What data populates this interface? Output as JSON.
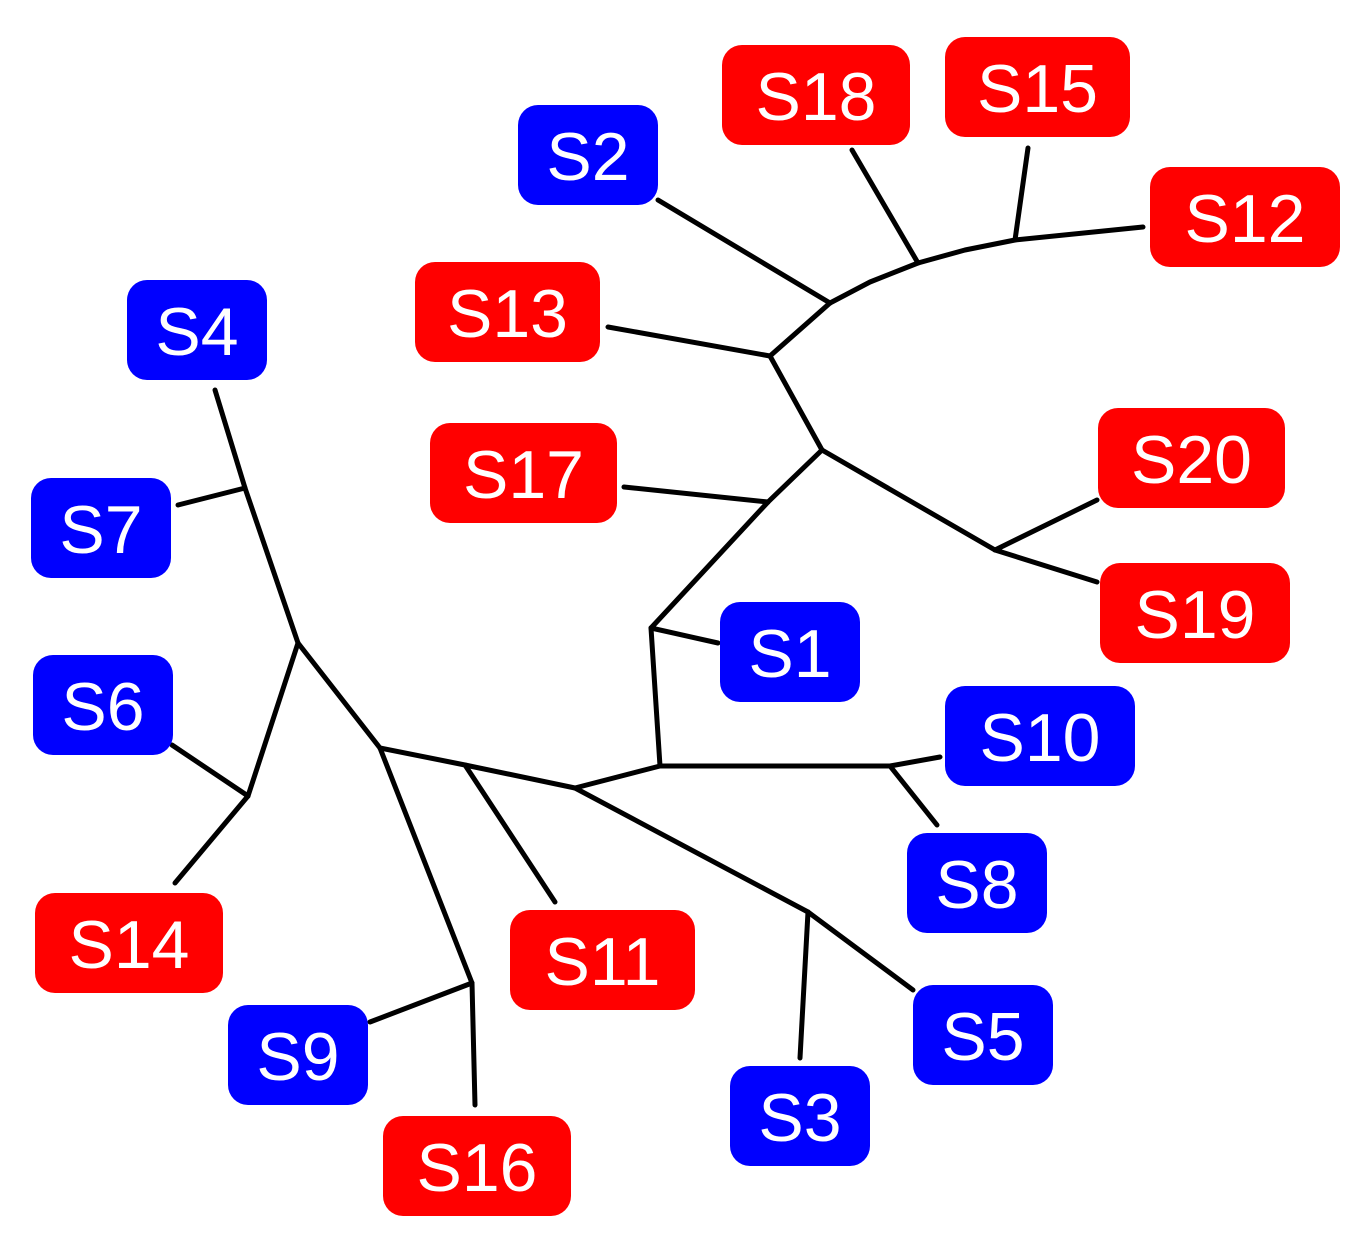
{
  "colors": {
    "blue": "#0000ff",
    "red": "#ff0000",
    "branch": "#000000",
    "label_text": "#ffffff"
  },
  "leaves": [
    {
      "id": "S1",
      "color": "blue"
    },
    {
      "id": "S2",
      "color": "blue"
    },
    {
      "id": "S3",
      "color": "blue"
    },
    {
      "id": "S4",
      "color": "blue"
    },
    {
      "id": "S5",
      "color": "blue"
    },
    {
      "id": "S6",
      "color": "blue"
    },
    {
      "id": "S7",
      "color": "blue"
    },
    {
      "id": "S8",
      "color": "blue"
    },
    {
      "id": "S9",
      "color": "blue"
    },
    {
      "id": "S10",
      "color": "blue"
    },
    {
      "id": "S11",
      "color": "red"
    },
    {
      "id": "S12",
      "color": "red"
    },
    {
      "id": "S13",
      "color": "red"
    },
    {
      "id": "S14",
      "color": "red"
    },
    {
      "id": "S15",
      "color": "red"
    },
    {
      "id": "S16",
      "color": "red"
    },
    {
      "id": "S17",
      "color": "red"
    },
    {
      "id": "S18",
      "color": "red"
    },
    {
      "id": "S19",
      "color": "red"
    },
    {
      "id": "S20",
      "color": "red"
    }
  ]
}
